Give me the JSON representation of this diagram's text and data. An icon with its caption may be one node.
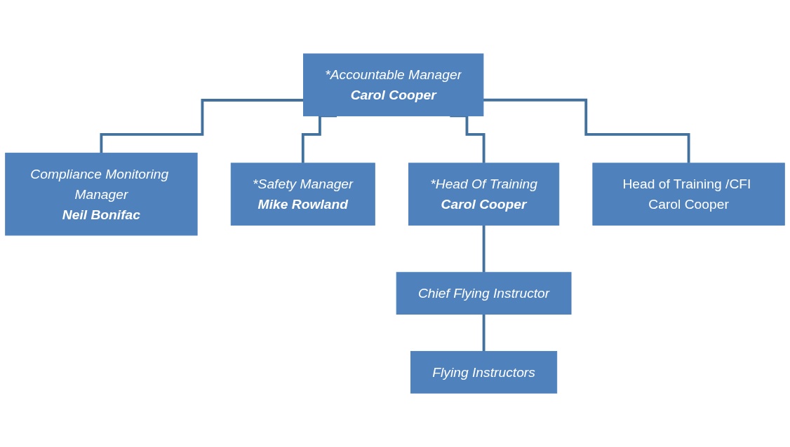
{
  "diagram": {
    "nodes": [
      {
        "text": [
          "*Accountable Manager",
          "Carol Cooper"
        ]
      },
      {
        "text": [
          "Compliance Monitoring Manager",
          "Neil Bonifac"
        ]
      },
      {
        "text": [
          "*Safety Manager",
          "Mike Rowland"
        ]
      },
      {
        "text": [
          "*Head Of Training",
          "Carol Cooper"
        ]
      },
      {
        "text": [
          "Head of Training /CFI Carol Cooper"
        ]
      },
      {
        "text": [
          "Chief Flying Instructor"
        ]
      },
      {
        "text": [
          "Flying Instructors"
        ]
      }
    ],
    "edges": [
      {
        "from": 0,
        "to": 1,
        "arrow": "none"
      },
      {
        "from": 0,
        "to": 2,
        "arrow": "none"
      },
      {
        "from": 0,
        "to": 3,
        "arrow": "none"
      },
      {
        "from": 0,
        "to": 4,
        "arrow": "none"
      },
      {
        "from": 3,
        "to": 5,
        "arrow": "none"
      },
      {
        "from": 5,
        "to": 6,
        "arrow": "none"
      }
    ]
  }
}
